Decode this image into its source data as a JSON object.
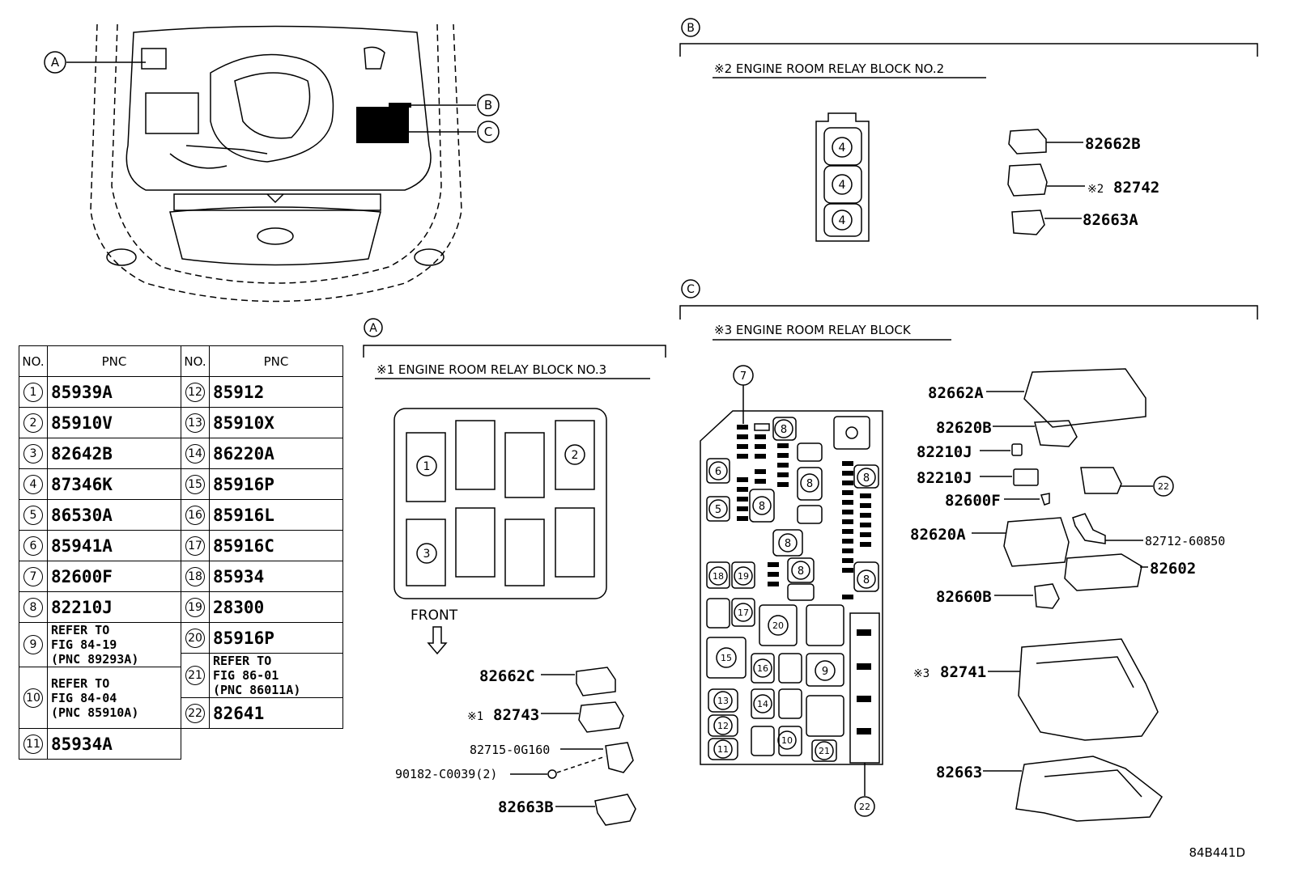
{
  "callouts": {
    "a": "A",
    "b": "B",
    "c": "C"
  },
  "sections": {
    "a_title": "※1 ENGINE ROOM RELAY BLOCK NO.3",
    "b_title": "※2 ENGINE ROOM RELAY BLOCK NO.2",
    "c_title": "※3 ENGINE ROOM RELAY BLOCK"
  },
  "table": {
    "header_no": "NO.",
    "header_pnc": "PNC",
    "left_rows": [
      {
        "no": "1",
        "pnc": "85939A"
      },
      {
        "no": "2",
        "pnc": "85910V"
      },
      {
        "no": "3",
        "pnc": "82642B"
      },
      {
        "no": "4",
        "pnc": "87346K"
      },
      {
        "no": "5",
        "pnc": "86530A"
      },
      {
        "no": "6",
        "pnc": "85941A"
      },
      {
        "no": "7",
        "pnc": "82600F"
      },
      {
        "no": "8",
        "pnc": "82210J"
      },
      {
        "no": "9",
        "pnc_lines": [
          "REFER TO",
          "FIG 84-19",
          "(PNC 89293A)"
        ]
      },
      {
        "no": "10",
        "pnc_lines": [
          "REFER TO",
          "FIG 84-04",
          "(PNC 85910A)"
        ]
      },
      {
        "no": "11",
        "pnc": "85934A"
      }
    ],
    "right_rows": [
      {
        "no": "12",
        "pnc": "85912"
      },
      {
        "no": "13",
        "pnc": "85910X"
      },
      {
        "no": "14",
        "pnc": "86220A"
      },
      {
        "no": "15",
        "pnc": "85916P"
      },
      {
        "no": "16",
        "pnc": "85916L"
      },
      {
        "no": "17",
        "pnc": "85916C"
      },
      {
        "no": "18",
        "pnc": "85934"
      },
      {
        "no": "19",
        "pnc": "28300"
      },
      {
        "no": "20",
        "pnc": "85916P"
      },
      {
        "no": "21",
        "pnc_lines": [
          "REFER TO",
          "FIG 86-01",
          "(PNC 86011A)"
        ]
      },
      {
        "no": "22",
        "pnc": "82641"
      }
    ]
  },
  "block_a": {
    "relays": [
      "1",
      "2",
      "3"
    ],
    "front_label": "FRONT",
    "parts": {
      "p1": "82662C",
      "p2_mark": "※1",
      "p2": "82743",
      "p3": "82715-0G160",
      "p4": "90182-C0039(2)",
      "p5": "82663B"
    }
  },
  "block_b": {
    "relays": [
      "4",
      "4",
      "4"
    ],
    "parts": {
      "p1": "82662B",
      "p2_mark": "※2",
      "p2": "82742",
      "p3": "82663A"
    }
  },
  "block_c": {
    "fuse_labels": {
      "n7": "7",
      "n8": "8",
      "n6": "6",
      "n5": "5",
      "n18": "18",
      "n19": "19",
      "n17": "17",
      "n20": "20",
      "n15": "15",
      "n16": "16",
      "n9": "9",
      "n13": "13",
      "n14": "14",
      "n12": "12",
      "n11": "11",
      "n10": "10",
      "n21": "21",
      "n22": "22"
    },
    "parts": {
      "p1": "82662A",
      "p2": "82620B",
      "p3": "82210J",
      "p4": "82210J",
      "p5": "82600F",
      "p6": "82620A",
      "p7": "82712-60850",
      "p8": "82602",
      "p9": "82660B",
      "p10_mark": "※3",
      "p10": "82741",
      "p11": "82663",
      "p12": "22"
    }
  },
  "figure_code": "84B441D"
}
